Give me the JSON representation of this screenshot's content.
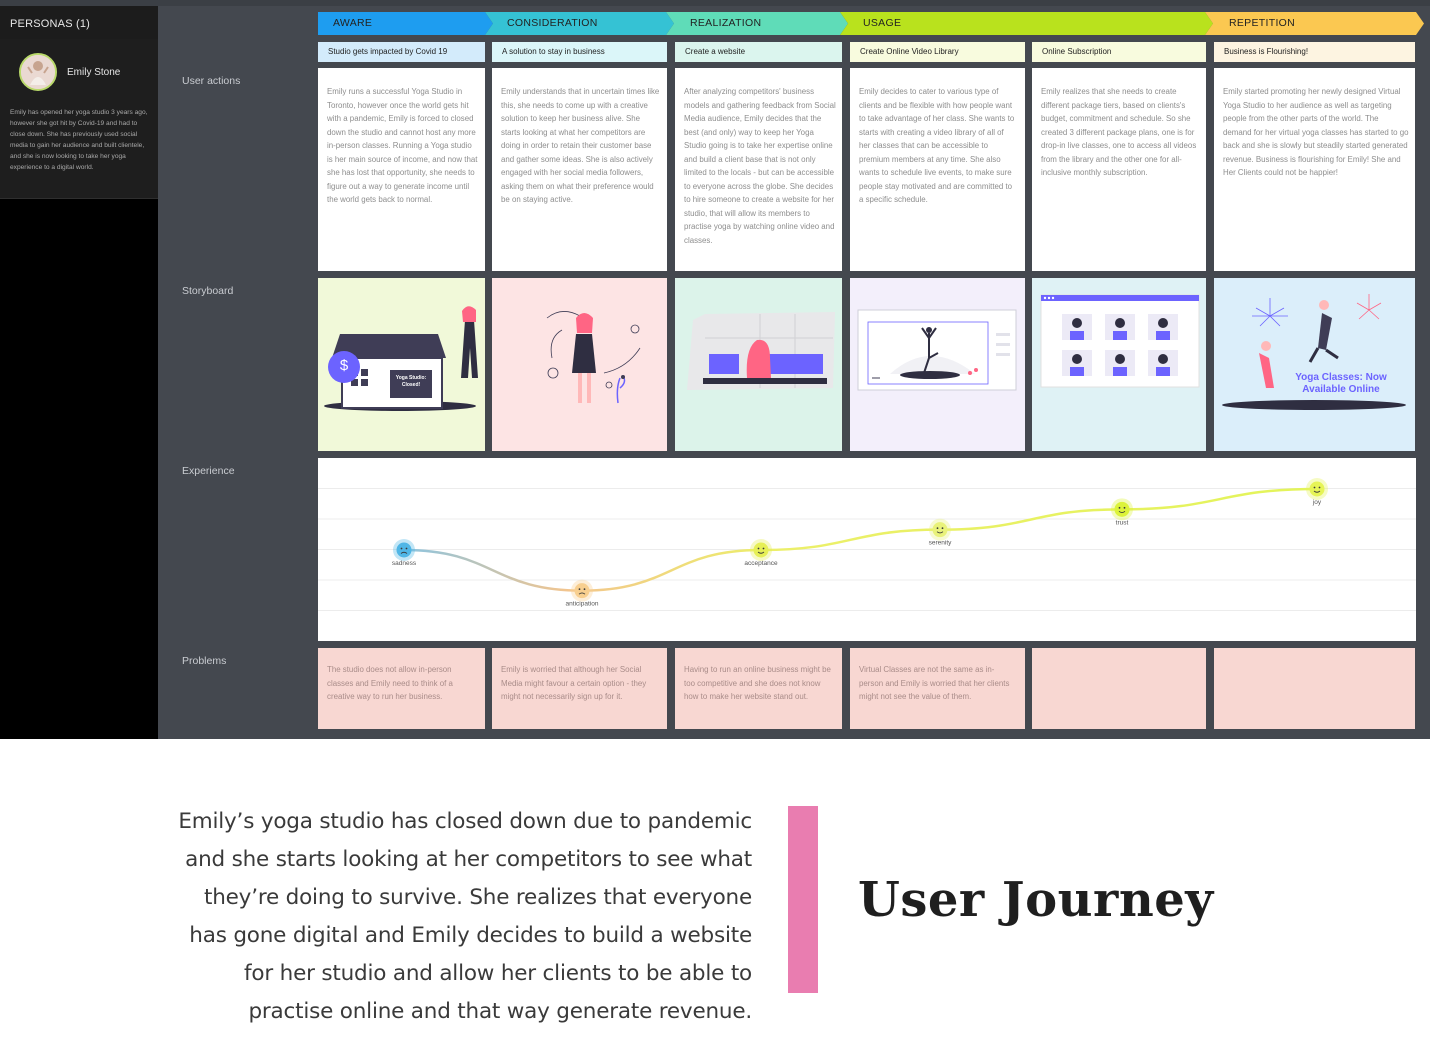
{
  "persona_panel": {
    "header": "PERSONAS (1)",
    "name": "Emily Stone",
    "description": "Emily has opened her yoga studio 3 years ago, however she got hit by Covid-19 and had to close down. She has previously used social media to gain her audience and built clientele, and she is now looking to take her yoga experience to a digital world."
  },
  "row_labels": {
    "user_actions": "User actions",
    "storyboard": "Storyboard",
    "experience": "Experience",
    "problems": "Problems"
  },
  "stages": [
    {
      "label": "AWARE",
      "color": "#1e9df0",
      "subtitle": "Studio gets impacted by Covid 19",
      "sub_color": "#d3ebfb",
      "action": "Emily runs a successful Yoga Studio in Toronto, however once the world gets hit with a pandemic, Emily is forced to closed down the studio and cannot host any more in-person classes. Running a Yoga studio is her main source of income, and now that she has lost that opportunity, she needs to figure out a way to generate income until the world gets back to normal.",
      "storyboard_bg": "#f1f9d9",
      "problem": "The studio does not allow in-person classes and Emily need to think of a creative way to run her business."
    },
    {
      "label": "CONSIDERATION",
      "color": "#35c2d4",
      "subtitle": "A solution to stay in business",
      "sub_color": "#dbf6f9",
      "action": "Emily understands that in uncertain times like this, she needs to come up with a creative solution to keep her business alive. She starts looking at what her competitors are doing in order to retain their customer base and gather some ideas. She is also actively engaged with her social media followers, asking them on what their preference would be on staying active.",
      "storyboard_bg": "#fde4e4",
      "problem": "Emily is worried that although her Social Media might favour a certain option - they might not necessarily sign up for it."
    },
    {
      "label": "REALIZATION",
      "color": "#5fdcb8",
      "subtitle": "Create a website",
      "sub_color": "#dbf5ee",
      "action": "After analyzing competitors' business models and gathering feedback from Social Media audience, Emily decides that the best (and only) way to keep her Yoga Studio going is to take her expertise online and build a client base that is not only limited to the locals - but can be accessible to everyone across the globe. She decides to hire someone to create a website for her studio, that will allow its members to practise yoga by watching online video and classes.",
      "storyboard_bg": "#dcf3ea",
      "problem": "Having to run an online business might be too competitive and she does not know how to make her website stand out."
    },
    {
      "label": "USAGE",
      "color": "#b9e21d",
      "subtitle": "Create Online Video Library",
      "sub_color": "#f8fbde",
      "action": "Emily decides to cater to various type of clients and be flexible with how people want to take advantage of her class. She wants to starts with creating a video library of all of her classes that can be accessible to premium members at any time. She also wants to schedule live events, to make sure people stay motivated and are committed to a specific schedule.",
      "storyboard_bg": "#f3effb",
      "problem": "Virtual Classes are not the same as in-person and Emily is worried that her clients might not see the value of them."
    },
    {
      "label": "",
      "color": "#b9e21d",
      "subtitle": "Online Subscription",
      "sub_color": "#f8fbde",
      "action": "Emily realizes that she needs to create different package tiers, based on clients's budget, commitment and schedule. So she created 3 different package plans, one is for drop-in live classes, one to access all videos from the library and the other one for all-inclusive monthly subscription.",
      "storyboard_bg": "#dff2f5",
      "problem": ""
    },
    {
      "label": "REPETITION",
      "color": "#fbc851",
      "subtitle": "Business is Flourishing!",
      "sub_color": "#fdf4e1",
      "action": "Emily started promoting her newly designed Virtual Yoga Studio to her audience as well as targeting people from the other parts of the world. The demand for her virtual yoga classes has started to go back and she is slowly but steadily started generated revenue. Business is flourishing for Emily! She and Her Clients could not be happier!",
      "storyboard_bg": "#dbeefa",
      "problem": ""
    }
  ],
  "storyboard_text": {
    "closed_sign": "Yoga Studio: Closed!",
    "banner": "Yoga Classes: Now Available Online"
  },
  "chart_data": {
    "type": "line",
    "x": [
      1,
      2,
      3,
      4,
      5,
      6
    ],
    "values": [
      3,
      1,
      3,
      4,
      5,
      6
    ],
    "emotions": [
      "sadness",
      "anticipation",
      "acceptance",
      "serenity",
      "trust",
      "joy"
    ],
    "ylim": [
      0,
      6
    ],
    "grid": true,
    "colors": [
      "#4fb6e6",
      "#f8cf8f",
      "#e6ef56",
      "#e9f27a",
      "#dcf33a",
      "#e6f456"
    ]
  },
  "summary": "Emily’s yoga studio has closed down due to pandemic and she starts looking at her competitors to see what they’re doing to survive. She realizes that everyone has gone digital and Emily decides to build a website for her studio and allow her clients to be able to practise online and that way generate revenue.",
  "title": "User Journey"
}
